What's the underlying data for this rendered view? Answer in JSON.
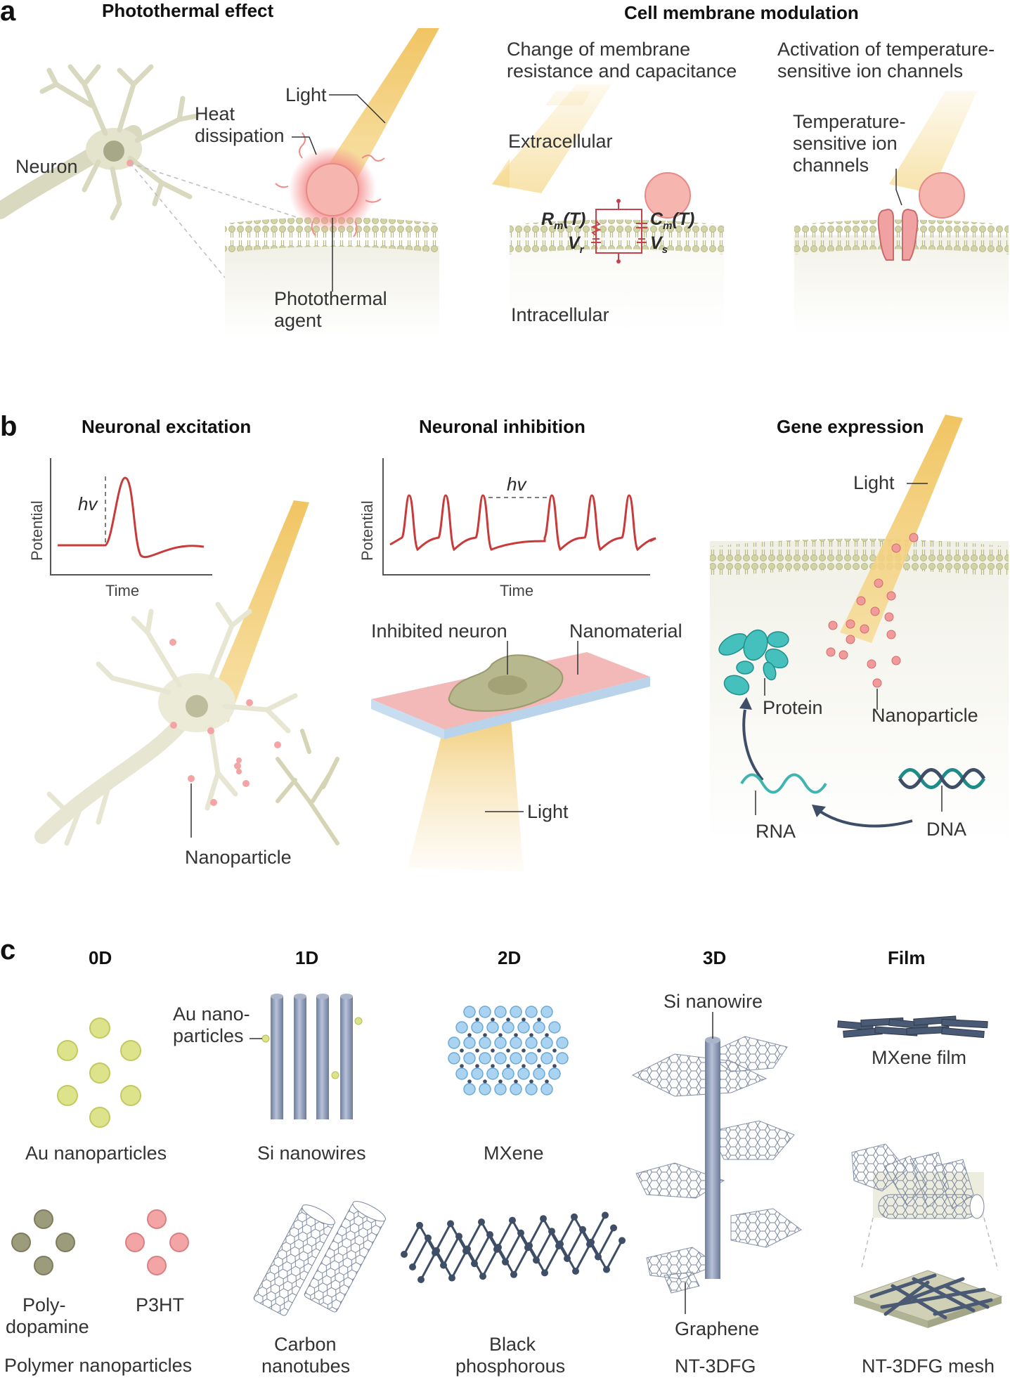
{
  "panels": {
    "a": "a",
    "b": "b",
    "c": "c"
  },
  "a": {
    "title_left": "Photothermal effect",
    "title_right": "Cell membrane modulation",
    "neuron": "Neuron",
    "light": "Light",
    "heat_1": "Heat",
    "heat_2": "dissipation",
    "agent_1": "Photothermal",
    "agent_2": "agent",
    "membrane_title_1": "Change of membrane",
    "membrane_title_2": "resistance and capacitance",
    "extracellular": "Extracellular",
    "intracellular": "Intracellular",
    "rm": "R",
    "rm_sub": "m",
    "rm_t": "(T)",
    "vr": "V",
    "vr_sub": "r",
    "cm": "C",
    "cm_sub": "m",
    "cm_t": "(T)",
    "vs": "V",
    "vs_sub": "s",
    "channel_title_1": "Activation of temperature-",
    "channel_title_2": "sensitive ion channels",
    "channel_label_1": "Temperature-",
    "channel_label_2": "sensitive ion",
    "channel_label_3": "channels"
  },
  "b": {
    "title_excitation": "Neuronal excitation",
    "title_inhibition": "Neuronal inhibition",
    "title_gene": "Gene expression",
    "ylabel": "Potential",
    "xlabel": "Time",
    "hv": "hv",
    "nanoparticle": "Nanoparticle",
    "inhibited_neuron": "Inhibited neuron",
    "nanomaterial": "Nanomaterial",
    "light": "Light",
    "gene_light": "Light",
    "protein": "Protein",
    "gene_nanoparticle": "Nanoparticle",
    "rna": "RNA",
    "dna": "DNA"
  },
  "c": {
    "h_0d": "0D",
    "h_1d": "1D",
    "h_2d": "2D",
    "h_3d": "3D",
    "h_film": "Film",
    "au_np": "Au nanoparticles",
    "au_nano_1": "Au nano-",
    "au_nano_2": "particles",
    "si_nanowires": "Si nanowires",
    "mxene": "MXene",
    "si_nanowire": "Si nanowire",
    "mxene_film": "MXene film",
    "poly_1": "Poly-",
    "poly_2": "dopamine",
    "p3ht": "P3HT",
    "polymer_np": "Polymer nanoparticles",
    "cnt_1": "Carbon",
    "cnt_2": "nanotubes",
    "bp_1": "Black",
    "bp_2": "phosphorous",
    "graphene": "Graphene",
    "nt3dfg": "NT-3DFG",
    "nt3dfg_mesh": "NT-3DFG mesh"
  },
  "colors": {
    "membrane": "#c9cb9a",
    "cell_fill": "#f3f2ea",
    "light_beam": "#f0c860",
    "particle_pink": "#f4a4a4",
    "spike_red": "#c93a3a",
    "au_yellow": "#d7e07a",
    "polydopamine": "#9a9a78",
    "p3ht_pink": "#f09a9a",
    "wire_blue": "#8a98b4",
    "mxene_blue": "#9fcbec",
    "dark_navy": "#3d4e66",
    "teal": "#39b5b3"
  }
}
